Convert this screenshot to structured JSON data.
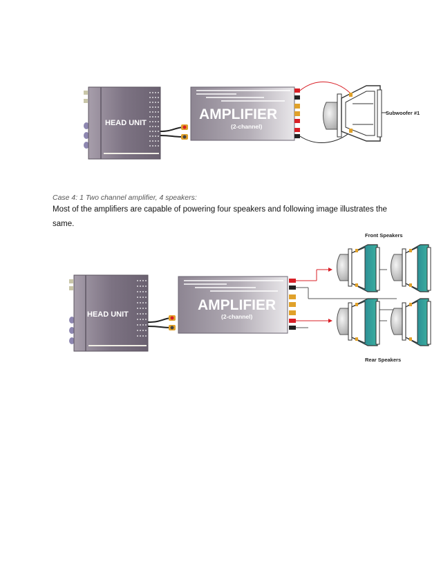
{
  "diagram1": {
    "head_unit_label": "HEAD UNIT",
    "amp_title": "AMPLIFIER",
    "amp_sub": "(2-channel)",
    "sub_label": "Subwoofer #1"
  },
  "caption": "Case 4: 1 Two channel amplifier, 4 speakers:",
  "paragraph": "Most of the amplifiers are capable of powering four speakers and following image illustrates the same.",
  "diagram2": {
    "head_unit_label": "HEAD UNIT",
    "amp_title": "AMPLIFIER",
    "amp_sub": "(2-channel)",
    "front_label": "Front Speakers",
    "rear_label": "Rear Speakers"
  },
  "colors": {
    "unit_fill": "#8a7f8c",
    "wire_red": "#d81f26",
    "terminal_gold": "#e0a12a",
    "speaker_teal": "#2a8f8a"
  }
}
